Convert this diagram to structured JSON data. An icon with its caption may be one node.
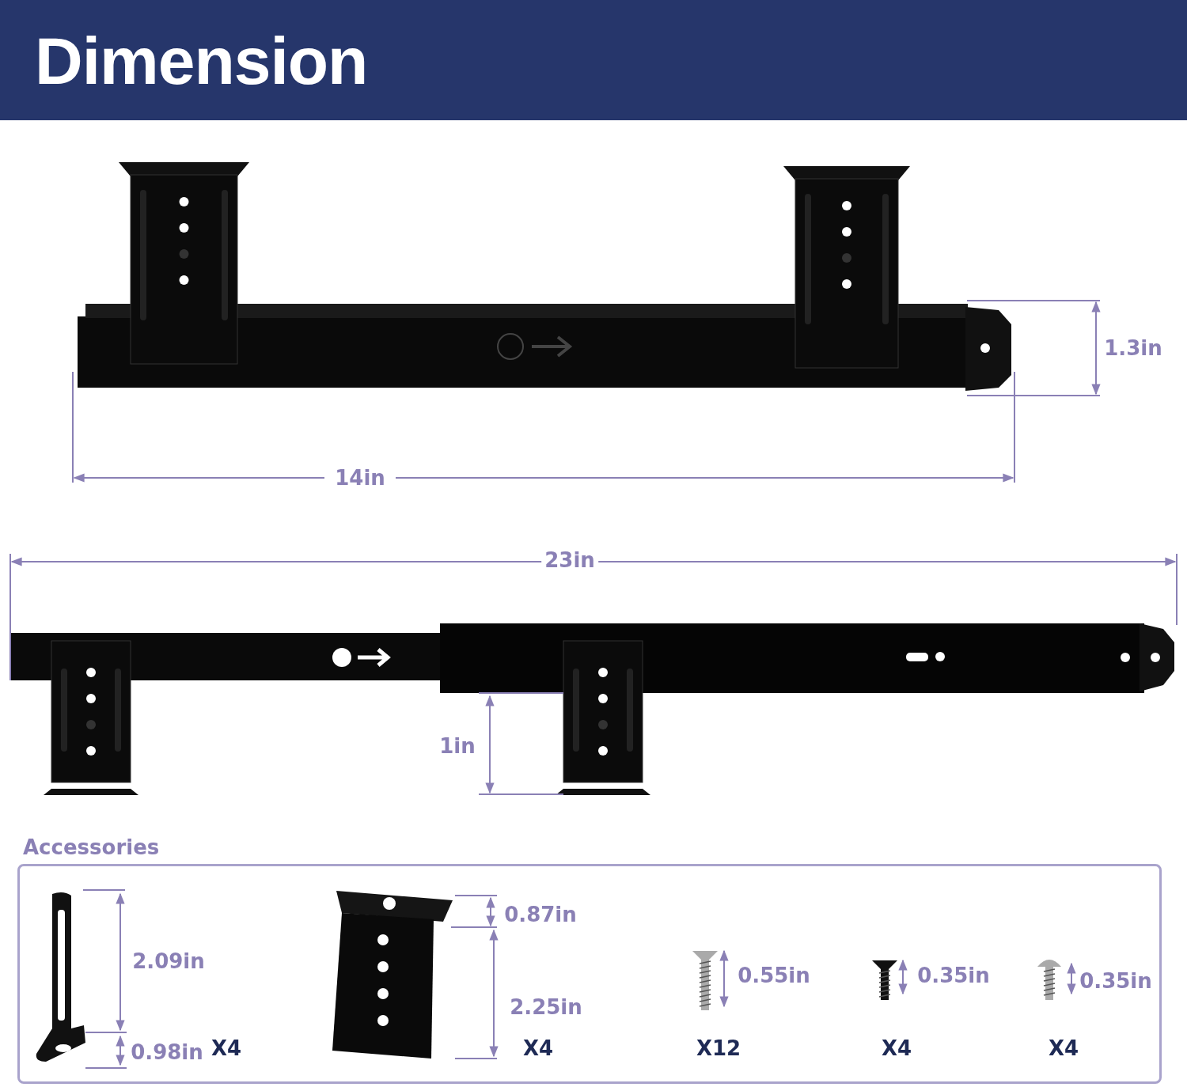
{
  "diagram": {
    "title": "Dimension",
    "nodes": [
      {
        "text": [
          "Accessories"
        ]
      }
    ],
    "labels": [
      "1.3in",
      "14in",
      "23in",
      "1in",
      "0.87in",
      "2.09in",
      "0.55in",
      "0.35in",
      "0.35in",
      "2.25in",
      "0.98in",
      "X4",
      "X4",
      "X12",
      "X4",
      "X4"
    ]
  }
}
